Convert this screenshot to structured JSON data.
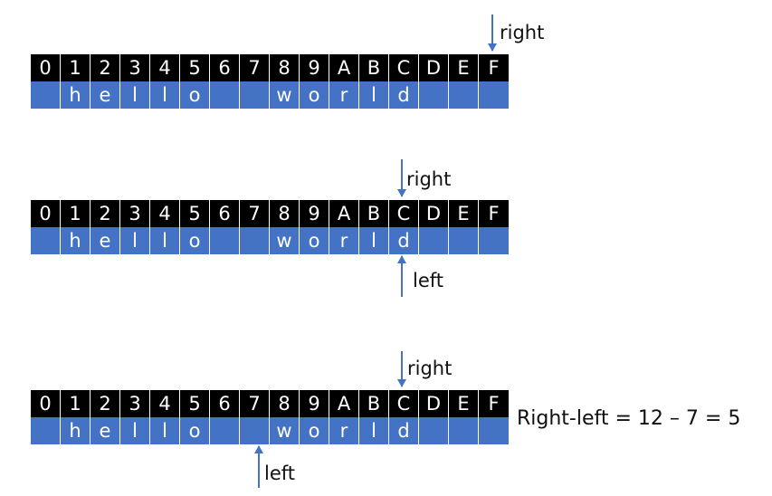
{
  "indices": [
    "0",
    "1",
    "2",
    "3",
    "4",
    "5",
    "6",
    "7",
    "8",
    "9",
    "A",
    "B",
    "C",
    "D",
    "E",
    "F"
  ],
  "chars": [
    "",
    "h",
    "e",
    "l",
    "l",
    "o",
    "",
    "",
    "w",
    "o",
    "r",
    "l",
    "d",
    "",
    "",
    ""
  ],
  "colors": {
    "index_bg": "#000000",
    "char_bg": "#4472c4",
    "arrow": "#4472c4"
  },
  "diagrams": [
    {
      "right_label": "right",
      "right_index": "F"
    },
    {
      "right_label": "right",
      "right_index": "C",
      "left_label": "left",
      "left_index": "C"
    },
    {
      "right_label": "right",
      "right_index": "C",
      "left_label": "left",
      "left_index": "7",
      "formula": "Right-left = 12 – 7 = 5"
    }
  ]
}
